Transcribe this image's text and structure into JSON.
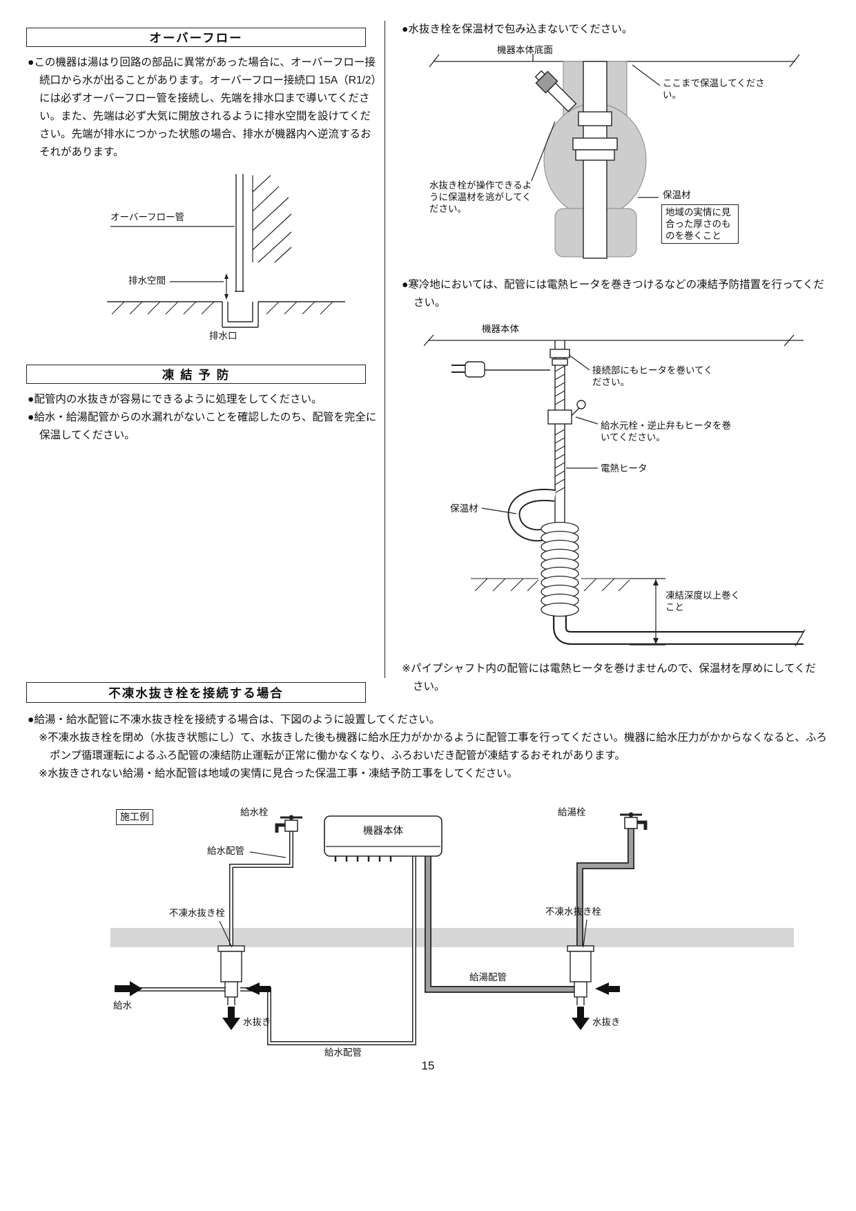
{
  "doc": {
    "page_number": "15",
    "overflow": {
      "title": "オーバーフロー",
      "body": "●この機器は湯はり回路の部品に異常があった場合に、オーバーフロー接続口から水が出ることがあります。オーバーフロー接続口 15A（R1/2）には必ずオーバーフロー管を接続し、先端を排水口まで導いてください。また、先端は必ず大気に開放されるように排水空間を設けてください。先端が排水につかった状態の場合、排水が機器内へ逆流するおそれがあります。",
      "diagram": {
        "pipe": "オーバーフロー管",
        "space": "排水空間",
        "drain": "排水口"
      }
    },
    "freeze": {
      "title": "凍 結 予 防",
      "items": [
        "●配管内の水抜きが容易にできるように処理をしてください。",
        "●給水・給湯配管からの水漏れがないことを確認したのち、配管を完全に保温してください。"
      ]
    },
    "right": {
      "wrap_note": "●水抜き栓を保温材で包み込まないでください。",
      "d1": {
        "unit_bottom": "機器本体底面",
        "insulate_to": "ここまで保温してください。",
        "valve_access": "水抜き栓が操作できるように保温材を逃がしてください。",
        "insulation": "保温材",
        "thickness_note": "地域の実情に見合った厚さのものを巻くこと"
      },
      "cold_note": "●寒冷地においては、配管には電熱ヒータを巻きつけるなどの凍結予防措置を行ってください。",
      "d2": {
        "unit": "機器本体",
        "joint": "接続部にもヒータを巻いてください。",
        "valve": "給水元栓・逆止弁もヒータを巻いてください。",
        "heater": "電熱ヒータ",
        "insulation": "保温材",
        "depth": "凍結深度以上巻くこと"
      },
      "shaft_note": "※パイプシャフト内の配管には電熱ヒータを巻けませんので、保温材を厚めにしてください。"
    },
    "anti": {
      "title": "不凍水抜き栓を接続する場合",
      "intro": "●給湯・給水配管に不凍水抜き栓を接続する場合は、下図のように設置してください。",
      "note1": "※不凍水抜き栓を閉め（水抜き状態にし）て、水抜きした後も機器に給水圧力がかかるように配管工事を行ってください。機器に給水圧力がかからなくなると、ふろポンプ循環運転によるふろ配管の凍結防止運転が正常に働かなくなり、ふろおいだき配管が凍結するおそれがあります。",
      "note2": "※水抜きされない給湯・給水配管は地域の実情に見合った保温工事・凍結予防工事をしてください。",
      "d": {
        "example": "施工例",
        "supply_tap": "給水栓",
        "supply_pipe": "給水配管",
        "unit": "機器本体",
        "hot_tap": "給湯栓",
        "valve_left": "不凍水抜き栓",
        "valve_right": "不凍水抜き栓",
        "hot_pipe": "給湯配管",
        "supply": "給水",
        "drain_left": "水抜き",
        "drain_right": "水抜き",
        "supply_pipe2": "給水配管"
      }
    }
  }
}
